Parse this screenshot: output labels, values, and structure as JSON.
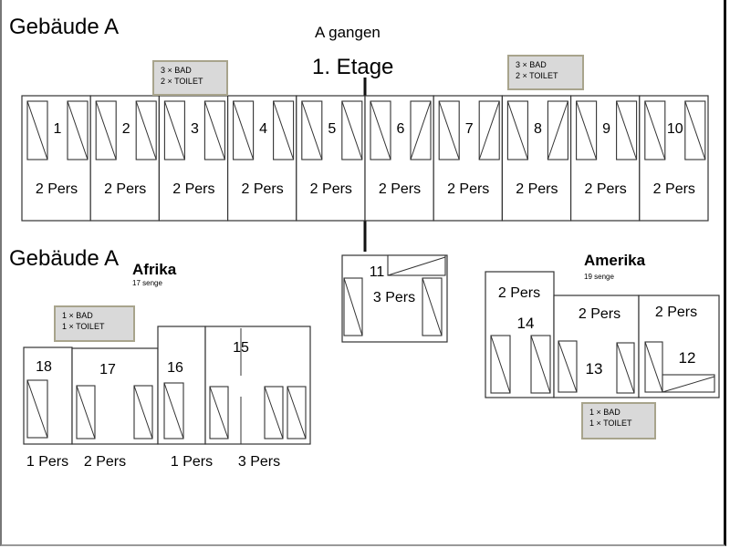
{
  "header": {
    "building_title": "Gebäude A",
    "corridor": "A gangen",
    "floor": "1. Etage",
    "building_title_lower": "Gebäude A"
  },
  "top_notes": [
    {
      "line1": "3 × BAD",
      "line2": "2 × TOILET"
    },
    {
      "line1": "3 × BAD",
      "line2": "2 × TOILET"
    }
  ],
  "top_rooms": [
    {
      "number": "1",
      "capacity": "2 Pers"
    },
    {
      "number": "2",
      "capacity": "2 Pers"
    },
    {
      "number": "3",
      "capacity": "2 Pers"
    },
    {
      "number": "4",
      "capacity": "2 Pers"
    },
    {
      "number": "5",
      "capacity": "2 Pers"
    },
    {
      "number": "6",
      "capacity": "2 Pers"
    },
    {
      "number": "7",
      "capacity": "2 Pers"
    },
    {
      "number": "8",
      "capacity": "2 Pers"
    },
    {
      "number": "9",
      "capacity": "2 Pers"
    },
    {
      "number": "10",
      "capacity": "2 Pers"
    }
  ],
  "room11": {
    "number": "11",
    "capacity": "3 Pers"
  },
  "afrika": {
    "title": "Afrika",
    "beds": "17 senge",
    "note": {
      "line1": "1 × BAD",
      "line2": "1 × TOILET"
    },
    "rooms": [
      {
        "number": "18",
        "capacity": "1 Pers"
      },
      {
        "number": "17",
        "capacity": "2 Pers"
      },
      {
        "number": "16",
        "capacity": "1 Pers"
      },
      {
        "number": "15",
        "capacity": "3 Pers"
      }
    ]
  },
  "amerika": {
    "title": "Amerika",
    "beds": "19 senge",
    "note": {
      "line1": "1 × BAD",
      "line2": "1 × TOILET"
    },
    "rooms": [
      {
        "number": "14",
        "capacity": "2 Pers"
      },
      {
        "number": "13",
        "capacity": "2 Pers"
      },
      {
        "number": "12",
        "capacity": "2 Pers"
      }
    ]
  }
}
